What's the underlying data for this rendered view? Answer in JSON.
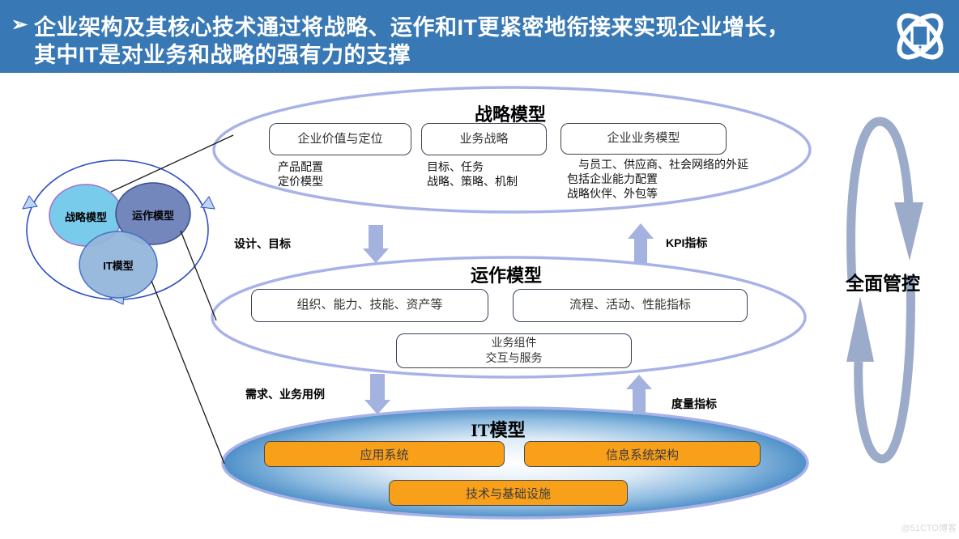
{
  "header": {
    "bullet": "➢",
    "title_line1": "企业架构及其核心技术通过将战略、运作和IT更紧密地衔接来实现企业增长，",
    "title_line2": "其中IT是对业务和战略的强有力的支撑"
  },
  "venn": {
    "circles": [
      {
        "label": "战略模型",
        "color": "#79CBEC"
      },
      {
        "label": "运作模型",
        "color": "#7487BC"
      },
      {
        "label": "IT模型",
        "color": "#93B5DB"
      }
    ]
  },
  "strategy_model": {
    "title": "战略模型",
    "boxes": [
      {
        "label": "企业价值与定位",
        "note": "产品配置\n定价模型"
      },
      {
        "label": "业务战略",
        "note": "目标、任务\n战略、策略、机制"
      },
      {
        "label": "企业业务模型",
        "note": "　与员工、供应商、社会网络的外延\n包括企业能力配置\n战略伙伴、外包等"
      }
    ]
  },
  "operation_model": {
    "title": "运作模型",
    "boxes": [
      {
        "label": "组织、能力、技能、资产等"
      },
      {
        "label": "流程、活动、性能指标"
      },
      {
        "label": "业务组件\n交互与服务"
      }
    ]
  },
  "it_model": {
    "title": "IT模型",
    "boxes": [
      "应用系统",
      "信息系统架构",
      "技术与基础设施"
    ]
  },
  "labels": {
    "design_goal": "设计、目标",
    "kpi": "KPI指标",
    "requirement": "需求、业务用例",
    "measure": "度量指标",
    "control": "全面管控"
  },
  "watermark": "@51CTO博客",
  "colors": {
    "header_bg": "#3878B4",
    "ellipse_stroke": "#A8B2E8",
    "block_arrow": "#A3B2DF",
    "loop_arrow": "#9CABC9",
    "orange_box": "#F9A01B",
    "venn_outer_ring": "#2E4EC5",
    "it_ellipse_edge": "#4E8FC8"
  }
}
